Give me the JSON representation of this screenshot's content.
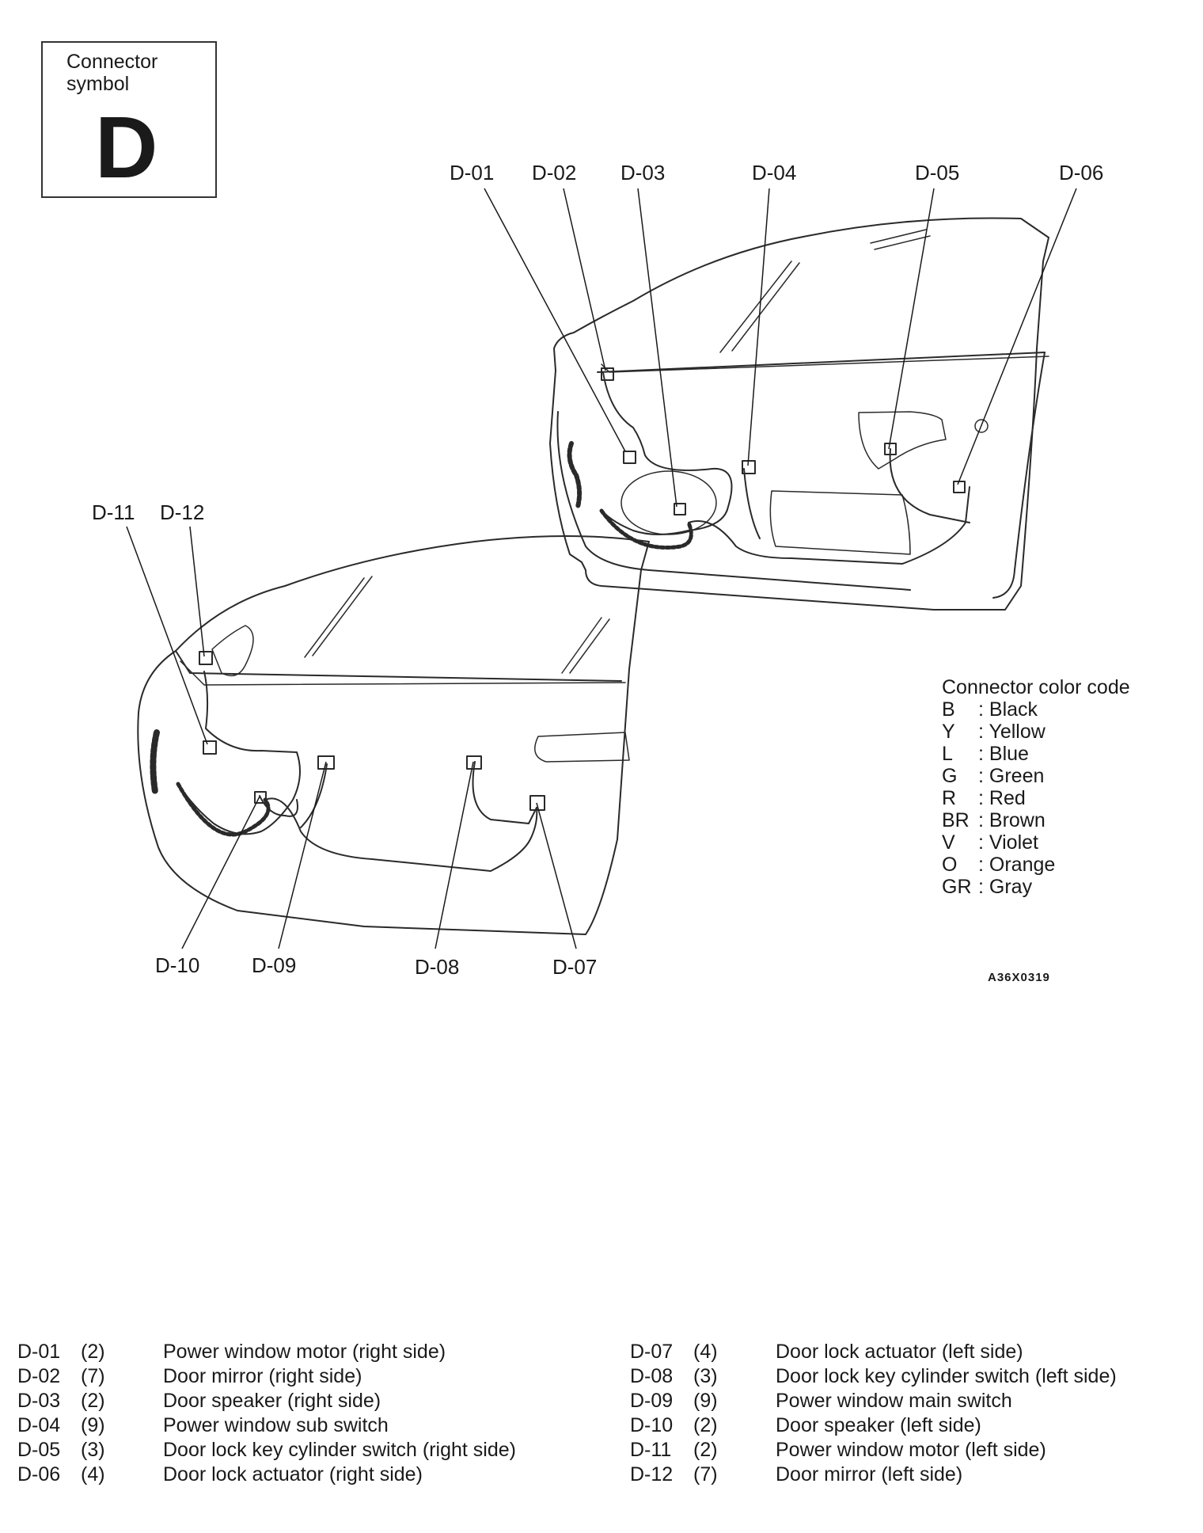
{
  "symbol_box": {
    "caption": "Connector symbol",
    "letter": "D"
  },
  "callouts": {
    "D-01": "D-01",
    "D-02": "D-02",
    "D-03": "D-03",
    "D-04": "D-04",
    "D-05": "D-05",
    "D-06": "D-06",
    "D-07": "D-07",
    "D-08": "D-08",
    "D-09": "D-09",
    "D-10": "D-10",
    "D-11": "D-11",
    "D-12": "D-12"
  },
  "color_legend": {
    "title": "Connector color code",
    "entries": [
      {
        "code": "B",
        "name": ": Black"
      },
      {
        "code": "Y",
        "name": ": Yellow"
      },
      {
        "code": "L",
        "name": ": Blue"
      },
      {
        "code": "G",
        "name": ": Green"
      },
      {
        "code": "R",
        "name": ": Red"
      },
      {
        "code": "BR",
        "name": ": Brown"
      },
      {
        "code": "V",
        "name": ": Violet"
      },
      {
        "code": "O",
        "name": ": Orange"
      },
      {
        "code": "GR",
        "name": ": Gray"
      }
    ]
  },
  "figure_code": "A36X0319",
  "connectors": [
    {
      "id": "D-01",
      "pins": "(2)",
      "description": "Power window motor (right side)"
    },
    {
      "id": "D-02",
      "pins": "(7)",
      "description": "Door mirror (right side)"
    },
    {
      "id": "D-03",
      "pins": "(2)",
      "description": "Door speaker (right side)"
    },
    {
      "id": "D-04",
      "pins": "(9)",
      "description": "Power window sub switch"
    },
    {
      "id": "D-05",
      "pins": "(3)",
      "description": "Door lock key cylinder switch (right side)"
    },
    {
      "id": "D-06",
      "pins": "(4)",
      "description": "Door lock actuator (right side)"
    },
    {
      "id": "D-07",
      "pins": "(4)",
      "description": "Door lock actuator (left side)"
    },
    {
      "id": "D-08",
      "pins": "(3)",
      "description": "Door lock key cylinder switch (left side)"
    },
    {
      "id": "D-09",
      "pins": "(9)",
      "description": "Power window main switch"
    },
    {
      "id": "D-10",
      "pins": "(2)",
      "description": "Door speaker (left side)"
    },
    {
      "id": "D-11",
      "pins": "(2)",
      "description": "Power window motor (left side)"
    },
    {
      "id": "D-12",
      "pins": "(7)",
      "description": "Door mirror (left side)"
    }
  ]
}
